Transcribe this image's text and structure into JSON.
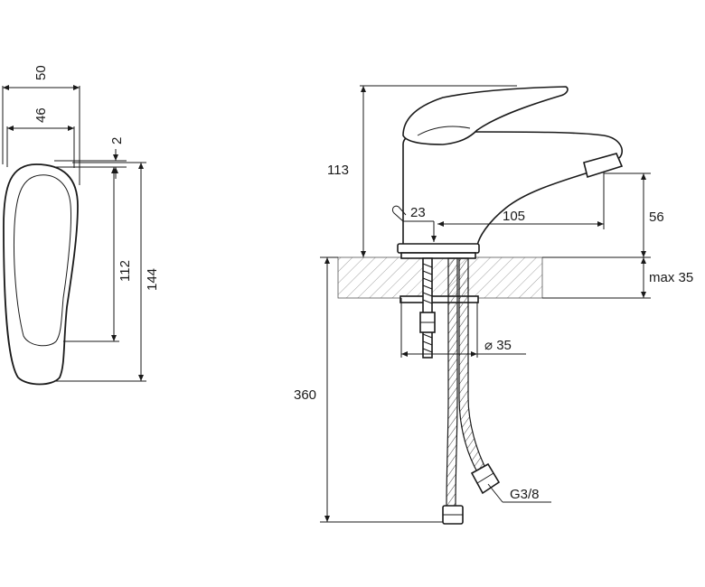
{
  "drawing": {
    "side_view": {
      "width_outer": "50",
      "width_inner": "46",
      "top_gap": "2",
      "handle_height": "112",
      "total_height": "144"
    },
    "front_view": {
      "height": "113",
      "pivot": "23",
      "spout_reach": "105",
      "spout_height": "56",
      "deck_thickness": "max 35",
      "hole_diameter": "⌀ 35",
      "hose_length": "360",
      "thread": "G3/8"
    }
  }
}
